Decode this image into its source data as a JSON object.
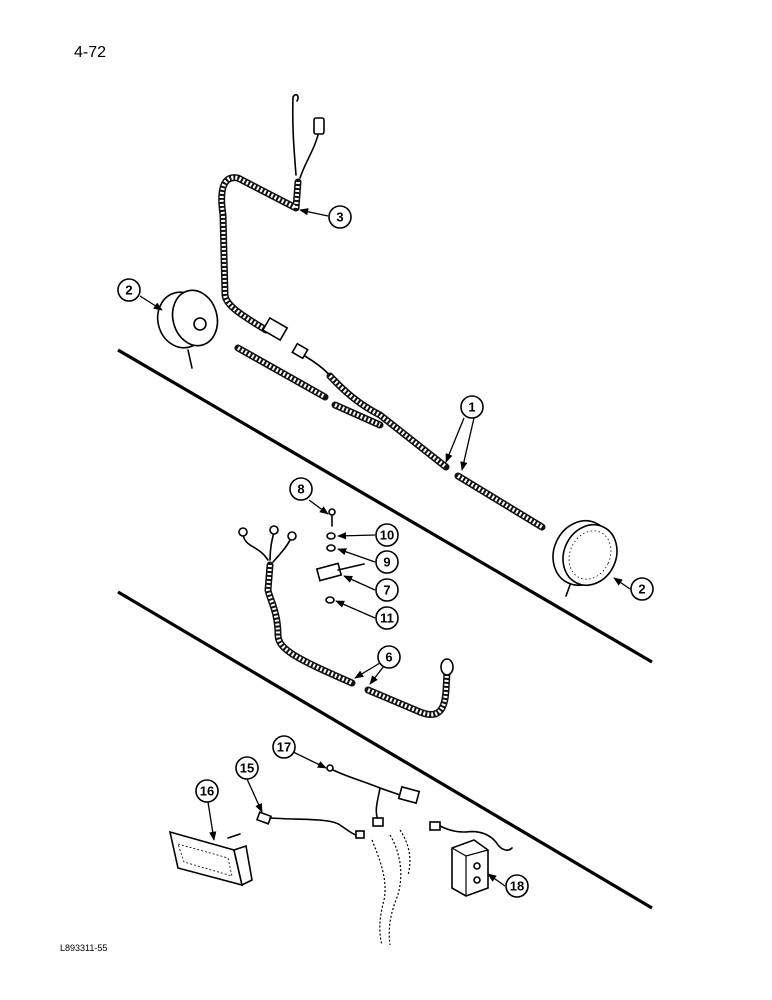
{
  "page": {
    "number": "4-72",
    "figure_code": "L893311-55"
  },
  "callouts": [
    "1",
    "2",
    "2",
    "3",
    "6",
    "7",
    "8",
    "9",
    "10",
    "11",
    "15",
    "16",
    "17",
    "18"
  ]
}
